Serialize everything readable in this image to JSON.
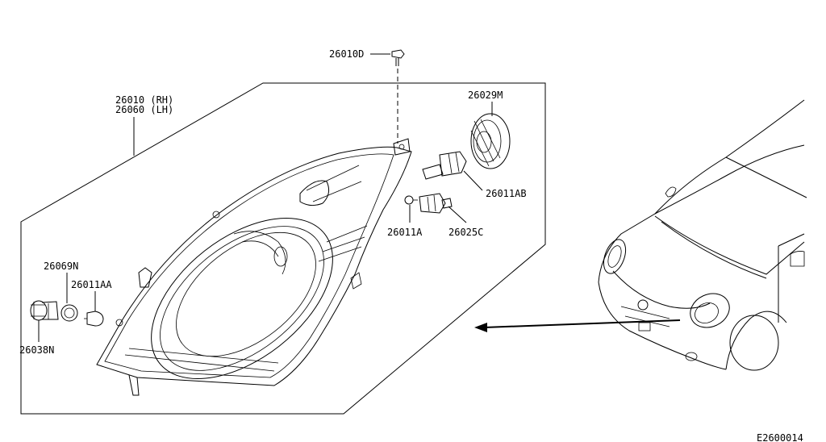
{
  "diagram_code": "E2600014",
  "labels": {
    "bolt": "26010D",
    "headlamp_rh": "26010 (RH)",
    "headlamp_lh": "26060 (LH)",
    "cap": "26029M",
    "main_bulb": "26011AB",
    "small_bulb": "26011A",
    "bulb_socket": "26025C",
    "gasket": "26069N",
    "side_bulb": "26011AA",
    "side_socket": "26038N"
  }
}
